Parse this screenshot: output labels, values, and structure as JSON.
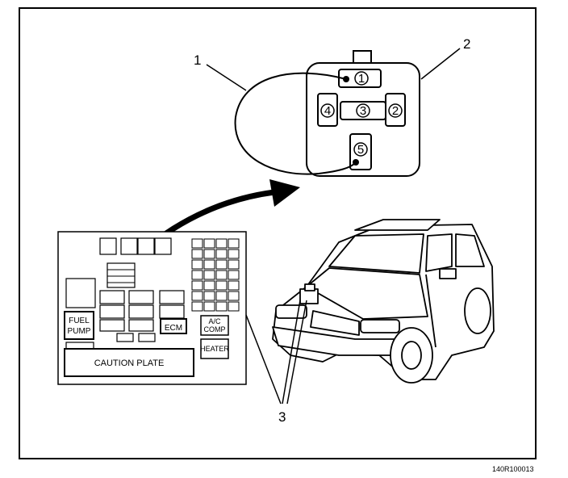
{
  "callouts": {
    "c1": "1",
    "c2": "2",
    "c3": "3"
  },
  "relay_pins": {
    "p1": "1",
    "p2": "2",
    "p3": "3",
    "p4": "4",
    "p5": "5"
  },
  "fuse_box": {
    "fuel_pump_line1": "FUEL",
    "fuel_pump_line2": "PUMP",
    "ecm": "ECM",
    "ac_comp_line1": "A/C",
    "ac_comp_line2": "COMP",
    "heater": "HEATER",
    "caution_plate": "CAUTION PLATE"
  },
  "figure_code": "140R100013"
}
